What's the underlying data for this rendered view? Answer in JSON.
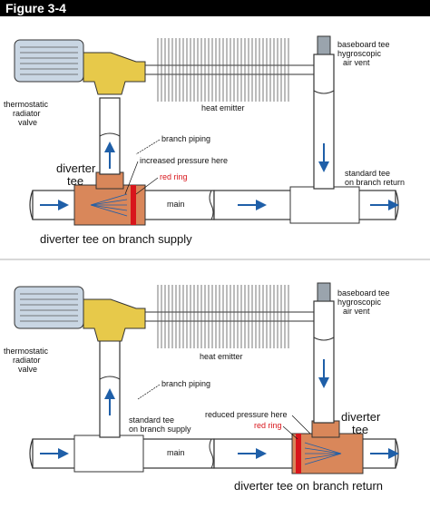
{
  "figure_label": "Figure 3-4",
  "colors": {
    "pipe_fill": "#ffffff",
    "pipe_stroke": "#333333",
    "tee_copper": "#d9875a",
    "red_ring": "#d8161c",
    "valve_brass": "#e7c94a",
    "valve_head": "#c9d6e3",
    "flow_arrow": "#1f5fa8",
    "title_bar": "#000000"
  },
  "top_panel": {
    "labels": {
      "baseboard_tee": "baseboard tee",
      "hygroscopic": "hygroscopic",
      "air_vent": "air vent",
      "thermostatic": "thermostatic",
      "radiator": "radiator",
      "valve": "valve",
      "heat_emitter": "heat emitter",
      "branch_piping": "branch piping",
      "increased_pressure": "increased pressure here",
      "red_ring": "red ring",
      "diverter": "diverter",
      "tee": "tee",
      "main": "main",
      "standard_tee": "standard tee",
      "on_branch_return": "on branch return",
      "caption": "diverter tee on branch supply"
    }
  },
  "bottom_panel": {
    "labels": {
      "baseboard_tee": "baseboard tee",
      "hygroscopic": "hygroscopic",
      "air_vent": "air vent",
      "thermostatic": "thermostatic",
      "radiator": "radiator",
      "valve": "valve",
      "heat_emitter": "heat emitter",
      "branch_piping": "branch piping",
      "standard_tee": "standard tee",
      "on_branch_supply": "on branch supply",
      "main": "main",
      "reduced_pressure": "reduced pressure here",
      "red_ring": "red ring",
      "diverter": "diverter",
      "tee": "tee",
      "caption": "diverter tee on branch return"
    }
  }
}
